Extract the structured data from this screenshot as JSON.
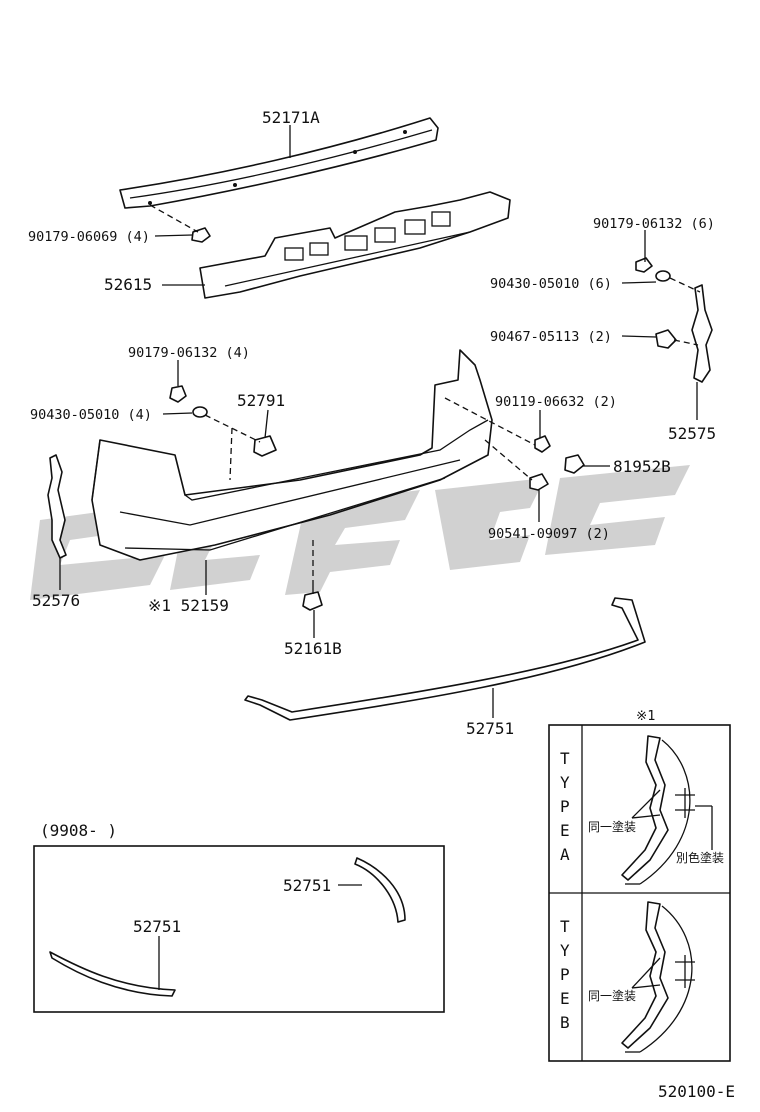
{
  "labels": {
    "p52171A": "52171A",
    "p90179_06069": "90179-06069 (4)",
    "p52615": "52615",
    "p90179_06132_6": "90179-06132 (6)",
    "p90430_05010_6": "90430-05010 (6)",
    "p90467_05113": "90467-05113 (2)",
    "p52575": "52575",
    "p90179_06132_4": "90179-06132 (4)",
    "p90430_05010_4": "90430-05010 (4)",
    "p52791": "52791",
    "p90119_06632": "90119-06632 (2)",
    "p81952B": "81952B",
    "p90541_09097": "90541-09097 (2)",
    "p52576": "52576",
    "p52159": "※1 52159",
    "p52161B": "52161B",
    "p52751_main": "52751",
    "p52751_inset_a": "52751",
    "p52751_inset_b": "52751"
  },
  "inset": {
    "date_range": "(9908-        )"
  },
  "types_box": {
    "note_mark": "※1",
    "type_a_letters": [
      "T",
      "Y",
      "P",
      "E",
      "A"
    ],
    "type_b_letters": [
      "T",
      "Y",
      "P",
      "E",
      "B"
    ],
    "same_paint": "同一塗装",
    "diff_paint": "別色塗装"
  },
  "diagram_code": "520100-E"
}
